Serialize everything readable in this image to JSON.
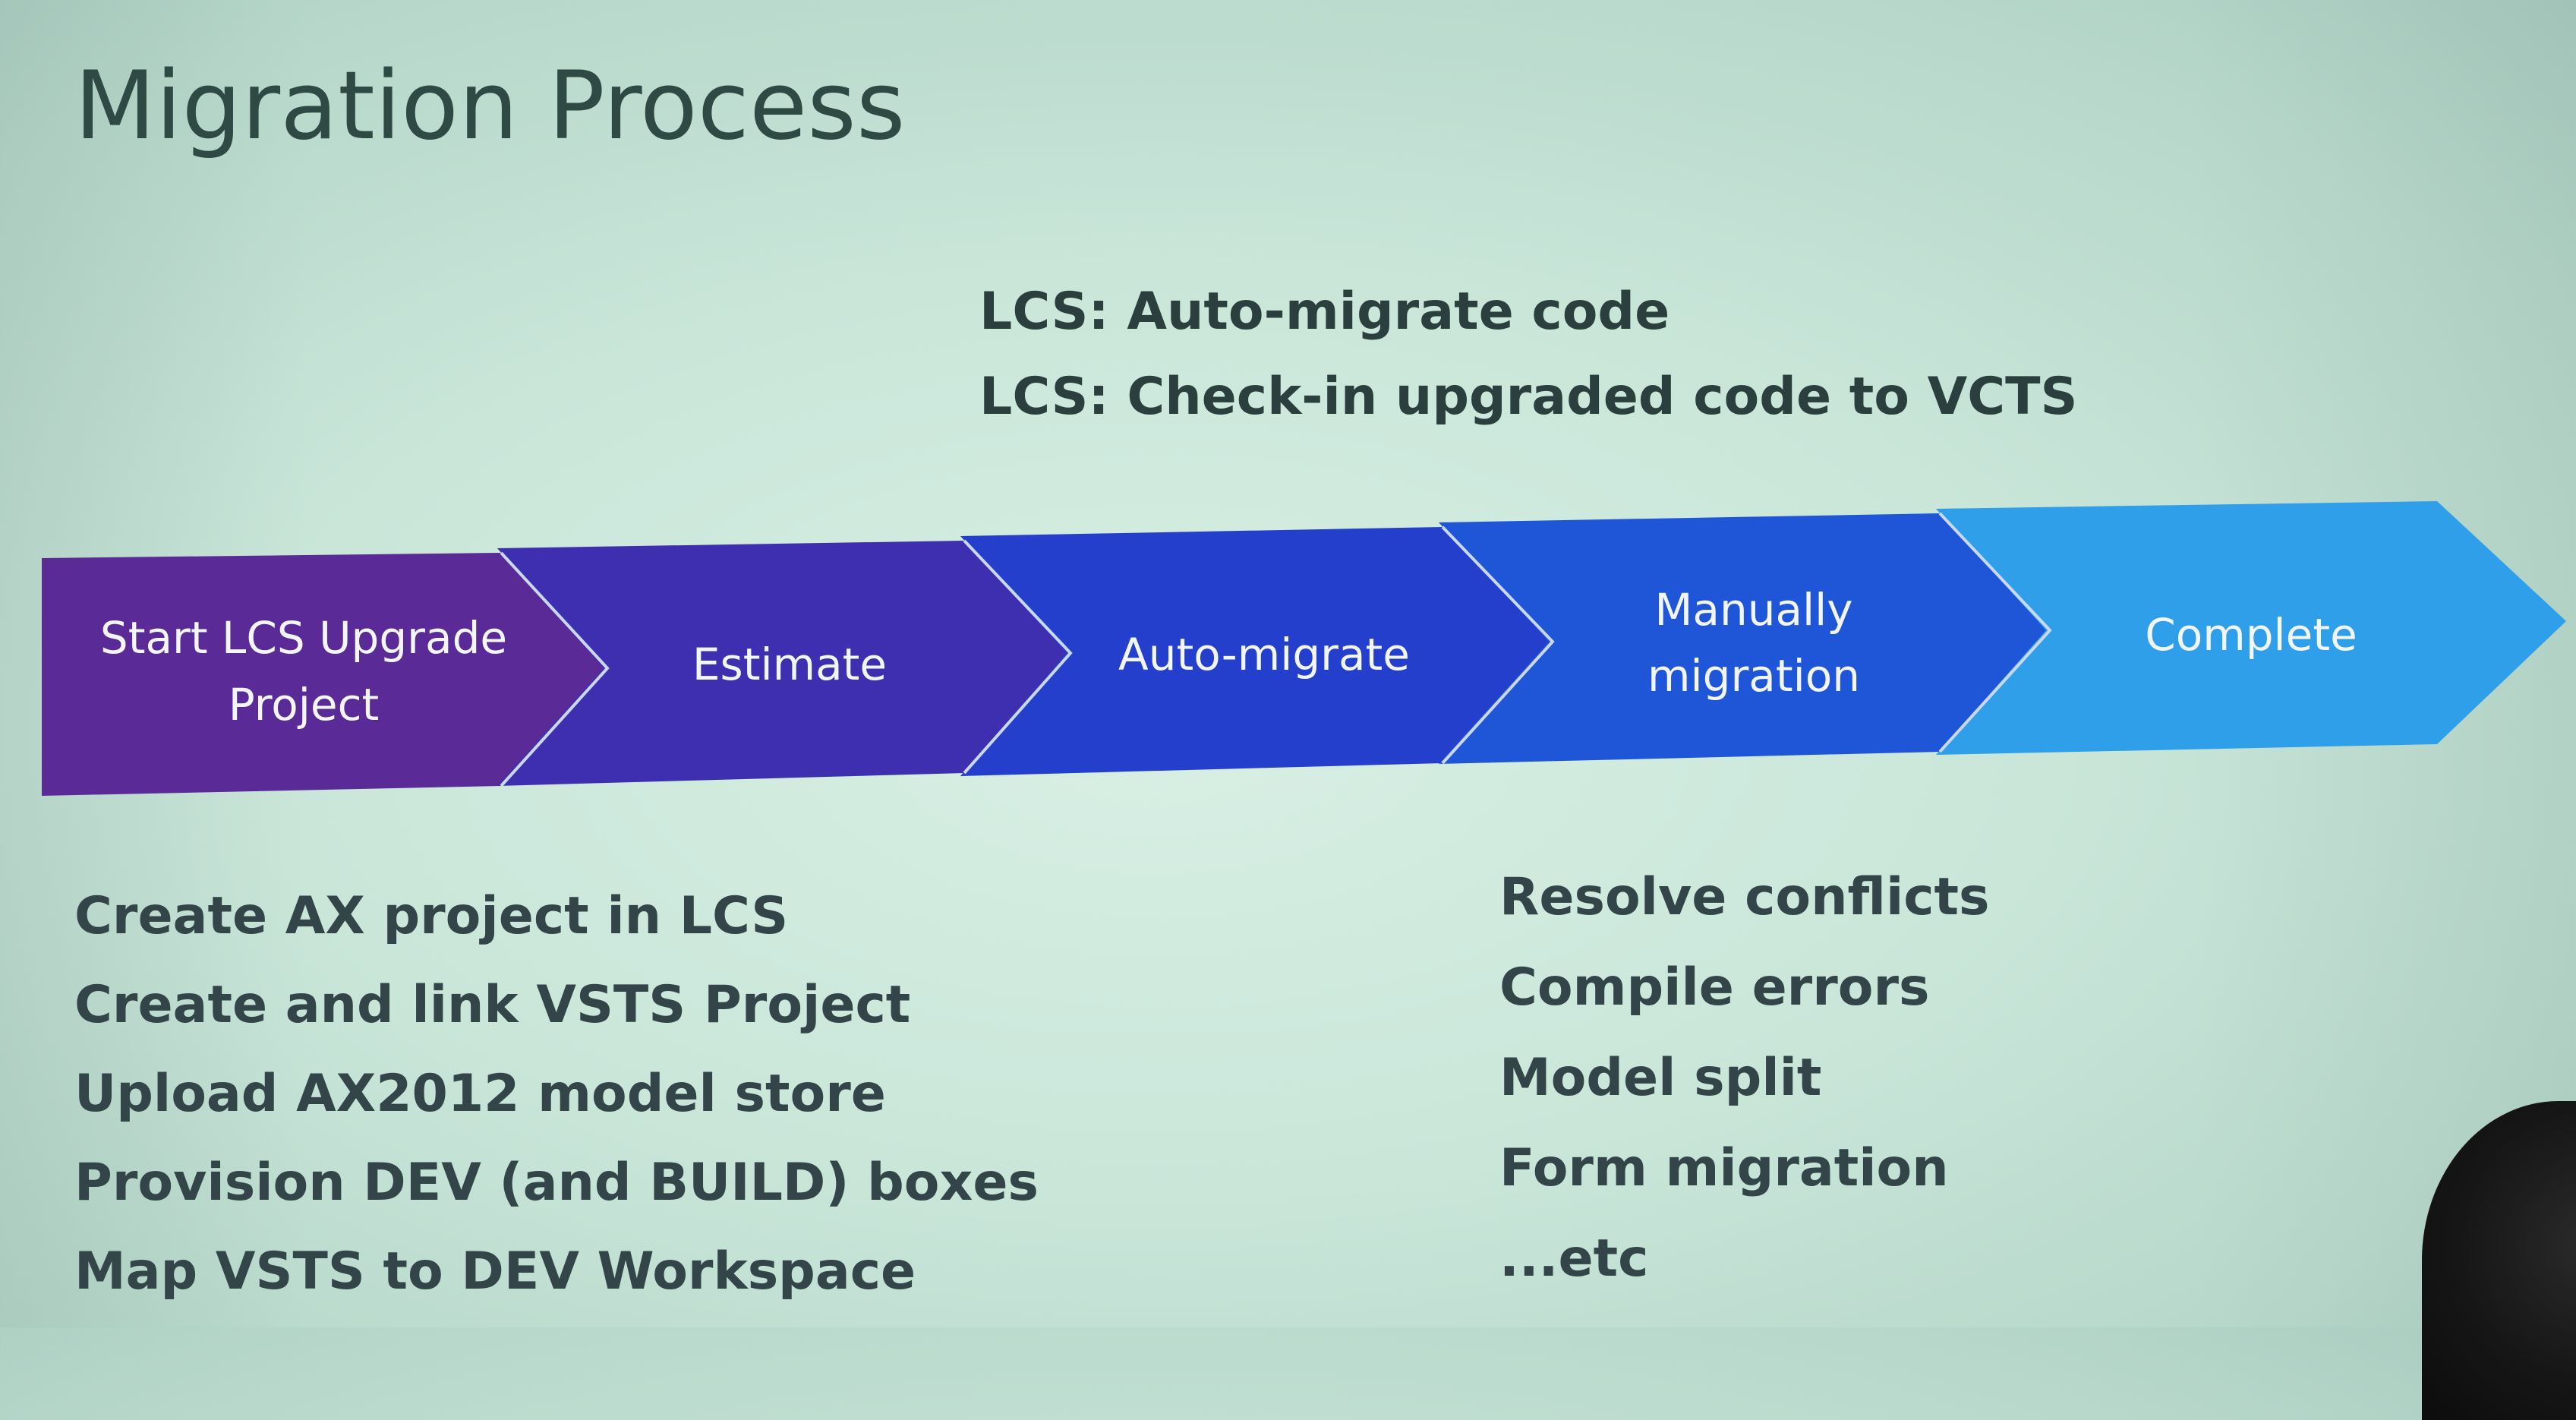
{
  "slide": {
    "title": "Migration Process",
    "top_notes": [
      "LCS: Auto-migrate code",
      "LCS: Check-in upgraded code to VCTS"
    ],
    "steps": [
      {
        "line1": "Start LCS Upgrade",
        "line2": "Project",
        "color": "#5a2a96"
      },
      {
        "line1": "Estimate",
        "line2": "",
        "color": "#3d2fb0"
      },
      {
        "line1": "Auto-migrate",
        "line2": "",
        "color": "#233fcc"
      },
      {
        "line1": "Manually",
        "line2": "migration",
        "color": "#1f56d8"
      },
      {
        "line1": "Complete",
        "line2": "",
        "color": "#2e9fe8"
      }
    ],
    "left_list": [
      "Create AX project in LCS",
      "Create and link VSTS Project",
      "Upload AX2012 model store",
      "Provision DEV (and BUILD) boxes",
      "Map VSTS to DEV Workspace"
    ],
    "right_list": [
      "Resolve conflicts",
      "Compile errors",
      "Model split",
      "Form migration",
      "...etc"
    ]
  }
}
